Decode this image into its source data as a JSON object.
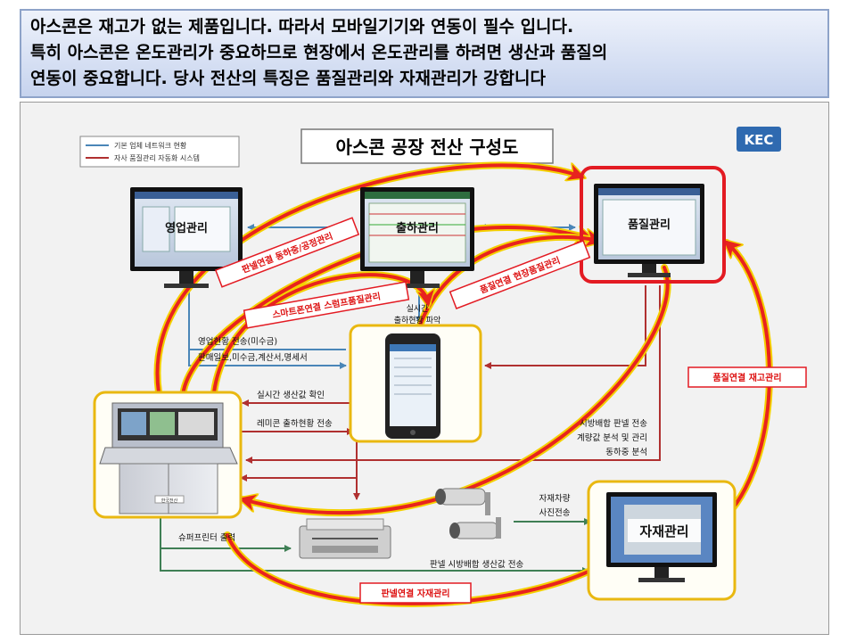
{
  "header": {
    "line1": "아스콘은 재고가 없는 제품입니다. 따라서 모바일기기와 연동이 필수 입니다.",
    "line2": "특히 아스콘은 온도관리가 중요하므로 현장에서 온도관리를 하려면 생산과 품질의",
    "line3": "연동이 중요합니다. 당사 전산의 특징은 품질관리와 자재관리가 강합니다"
  },
  "diagram": {
    "title": "아스콘 공장 전산 구성도",
    "logo": "KEC",
    "legend": {
      "basic": "기본 업체 네트워크 현황",
      "own": "자사 품질관리 자동화 시스템"
    },
    "nodes": {
      "sales": "영업관리",
      "shipping": "출하관리",
      "quality": "품질관리",
      "material": "자재관리",
      "mobile": "실시간\n출하현황 파악",
      "plant_brand": "한국전산"
    },
    "labels": {
      "panel_shipping": "판넬연결 동하중/공정관리",
      "quality_field": "품질연결 현장품질관리",
      "smartphone": "스마트폰연결 스럼프품질관리",
      "mobile_caption_1": "실시간",
      "mobile_caption_2": "출하현황 파악",
      "sales_status_1": "영업현황 전송(미수금)",
      "sales_status_2": "판매일보,미수금,계산서,명세서",
      "realtime_output": "실시간 생산값 확인",
      "remicon_ship": "레미콘 출하현황 전송",
      "mix_1": "시방배합 판넬 전송",
      "mix_2": "계량값 분석 및 관리",
      "mix_3": "동하중 분석",
      "quality_stock": "품질연결 재고관리",
      "vehicle_1": "자재차량",
      "vehicle_2": "사진전송",
      "printer_out": "슈퍼프린터 출력",
      "panel_mix_send": "판넬 시방배합 생산값 전송",
      "panel_material": "판넬연결 자재관리"
    },
    "colors": {
      "blue_line": "#4a86b8",
      "red_line": "#b03030",
      "green_line": "#3f7f55",
      "red_arrow": "#e8231e",
      "yellow_arrow": "#f4d000",
      "node_border_yellow": "#e9b810",
      "quality_border": "#e31b23"
    }
  }
}
